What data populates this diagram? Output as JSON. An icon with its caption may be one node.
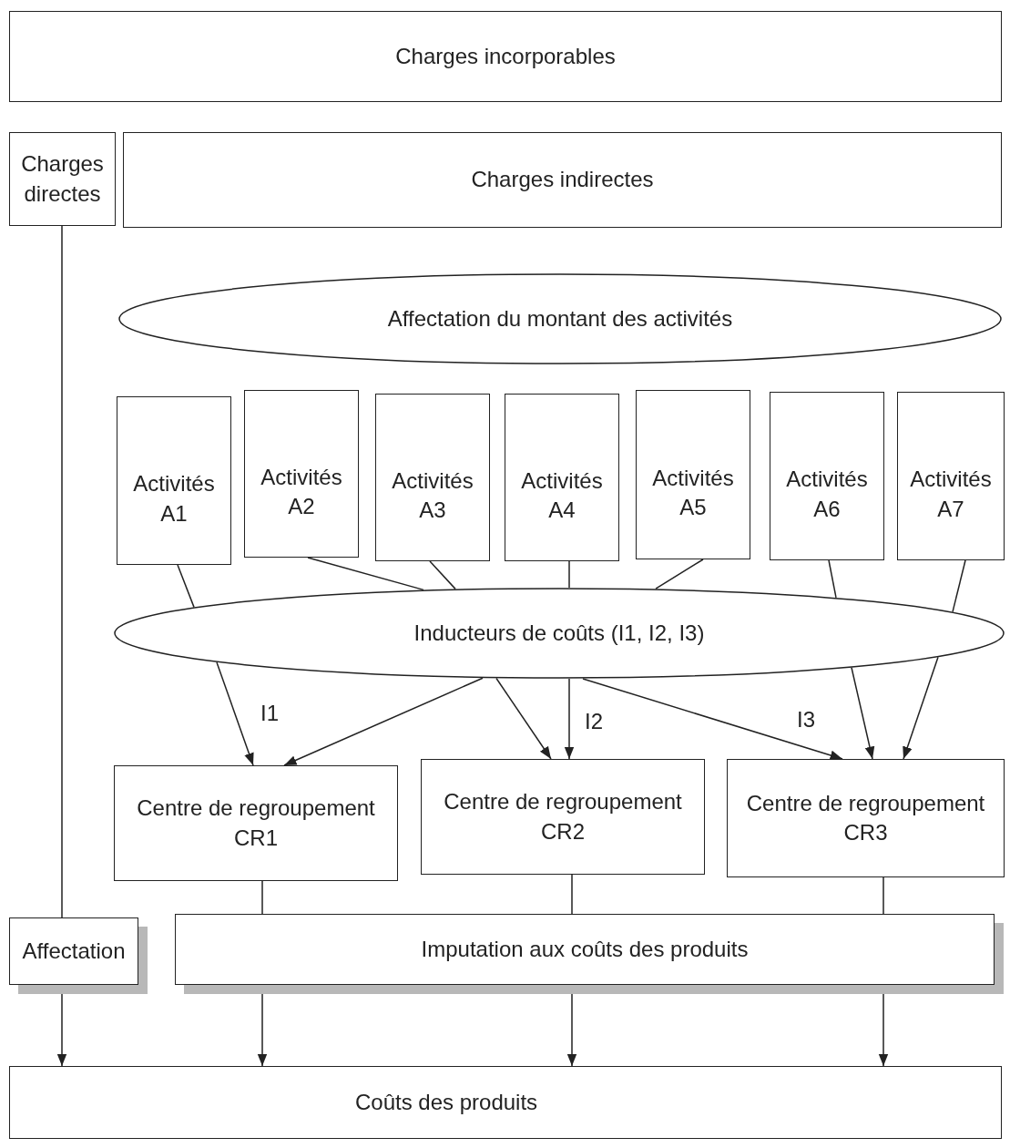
{
  "diagram": {
    "nodes": [
      {
        "text": [
          "Charges incorporables"
        ]
      },
      {
        "text": [
          "Charges directes"
        ]
      },
      {
        "text": [
          "Charges indirectes"
        ]
      },
      {
        "text": [
          "Affectation du montant des activités"
        ]
      },
      {
        "text": [
          "Activités A1"
        ]
      },
      {
        "text": [
          "Activités A2"
        ]
      },
      {
        "text": [
          "Activités A3"
        ]
      },
      {
        "text": [
          "Activités A4"
        ]
      },
      {
        "text": [
          "Activités A5"
        ]
      },
      {
        "text": [
          "Activités A6"
        ]
      },
      {
        "text": [
          "Activités A7"
        ]
      },
      {
        "text": [
          "Inducteurs de coûts (I1, I2, I3)"
        ]
      },
      {
        "text": [
          "Centre de regroupement CR1"
        ]
      },
      {
        "text": [
          "Centre de regroupement CR2"
        ]
      },
      {
        "text": [
          "Centre de regroupement CR3"
        ]
      },
      {
        "text": [
          "Affectation"
        ]
      },
      {
        "text": [
          "Imputation aux coûts des produits"
        ]
      },
      {
        "text": [
          "Coûts des produits"
        ]
      }
    ],
    "edges": [
      {
        "from": 4,
        "to": 11,
        "arrow": "none"
      },
      {
        "from": 5,
        "to": 11,
        "arrow": "none"
      },
      {
        "from": 6,
        "to": 11,
        "arrow": "none"
      },
      {
        "from": 7,
        "to": 11,
        "arrow": "none"
      },
      {
        "from": 8,
        "to": 11,
        "arrow": "none"
      },
      {
        "from": 9,
        "to": 11,
        "arrow": "none"
      },
      {
        "from": 10,
        "to": 11,
        "arrow": "none"
      },
      {
        "from": 11,
        "to": 12,
        "arrow": "to"
      },
      {
        "from": 11,
        "to": 13,
        "arrow": "to"
      },
      {
        "from": 11,
        "to": 13,
        "arrow": "to",
        "label": "I2"
      },
      {
        "from": 11,
        "to": 14,
        "arrow": "to",
        "label": "I3"
      },
      {
        "from": 1,
        "to": 15,
        "arrow": "none"
      },
      {
        "from": 12,
        "to": 16,
        "arrow": "none"
      },
      {
        "from": 13,
        "to": 16,
        "arrow": "none"
      },
      {
        "from": 14,
        "to": 16,
        "arrow": "none"
      },
      {
        "from": 15,
        "to": 17,
        "arrow": "to"
      },
      {
        "from": 16,
        "to": 17,
        "arrow": "to"
      },
      {
        "from": 16,
        "to": 17,
        "arrow": "to"
      },
      {
        "from": 16,
        "to": 17,
        "arrow": "to"
      },
      {
        "from": 11,
        "to": 12,
        "arrow": "to",
        "label": "I1"
      },
      {
        "from": 11,
        "to": 14,
        "arrow": "to"
      },
      {
        "from": 11,
        "to": 14,
        "arrow": "to"
      }
    ]
  }
}
